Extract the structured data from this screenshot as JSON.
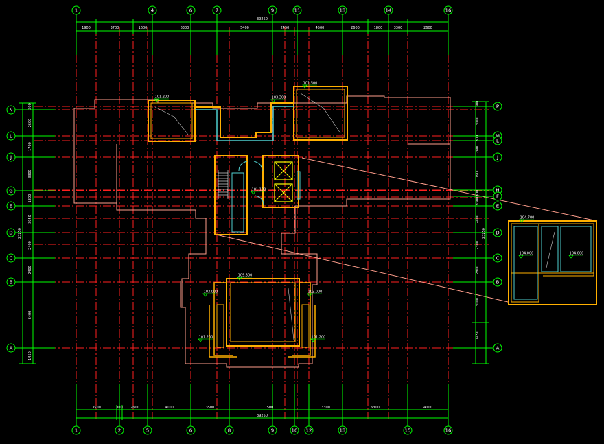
{
  "colors": {
    "background": "#000000",
    "grid_line": "#ff2020",
    "bubble": "#00ff00",
    "dim_line": "#00ff00",
    "wall": "#ffb000",
    "outline": "#ff9e8c",
    "glass": "#4fd0d0",
    "text": "#ffffff"
  },
  "top_axes": [
    "1",
    "4",
    "6",
    "7",
    "9",
    "11",
    "13",
    "14",
    "16"
  ],
  "bottom_axes": [
    "1",
    "2",
    "5",
    "6",
    "8",
    "9",
    "10",
    "12",
    "13",
    "15",
    "16"
  ],
  "left_axes": [
    "N",
    "L",
    "J",
    "G",
    "E",
    "D",
    "C",
    "B",
    "A"
  ],
  "right_axes": [
    "P",
    "M",
    "L",
    "J",
    "H",
    "F",
    "E",
    "D",
    "C",
    "B",
    "A"
  ],
  "top_total": "39250",
  "top_dims": [
    "1900",
    "3700",
    "1600",
    "6300",
    "5400",
    "2450",
    "4500",
    "2600",
    "1800",
    "3300",
    "2600"
  ],
  "bottom_total": "39250",
  "bottom_dims": [
    "3500",
    "300",
    "2600",
    "4100",
    "3500",
    "7500",
    "3300",
    "6300",
    "4000"
  ],
  "left_total": "23250",
  "left_dims": [
    "300",
    "2600",
    "1700",
    "3300",
    "1300",
    "3050",
    "2400",
    "2400",
    "6400",
    "1450"
  ],
  "right_total": "23250",
  "right_dims": [
    "300",
    "3000",
    "300",
    "2800",
    "1900",
    "300",
    "3300",
    "2400",
    "2300",
    "2800",
    "3000",
    "1450"
  ],
  "elevations": {
    "nw": "101.200",
    "n_mid": "103.300",
    "ne": "101.500",
    "core": "101.100",
    "south": "109.300",
    "sw_inner": "103.000",
    "se_inner": "103.000",
    "sw": "101.200",
    "se": "101.200",
    "detail_top": "104.700",
    "detail_left": "104.000",
    "detail_right": "104.000"
  }
}
